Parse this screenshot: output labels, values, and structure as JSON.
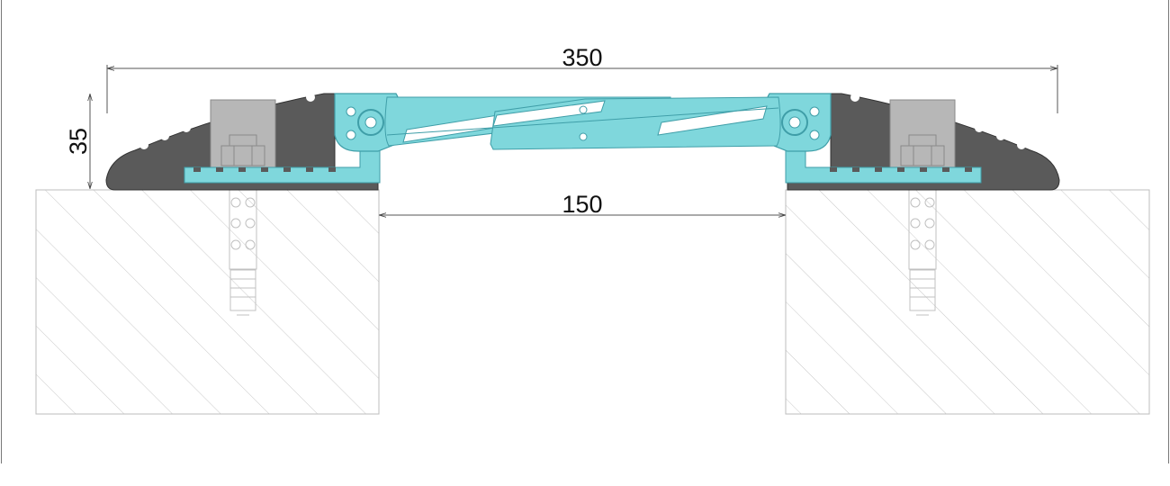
{
  "dimensions": {
    "total_width": "350",
    "gap_width": "150",
    "height": "35"
  },
  "colors": {
    "aluminium": "#7fd7dc",
    "aluminium_dark": "#3f9ea8",
    "rubber": "#5a5a5a",
    "insert": "#b7b7b7",
    "hatch": "#c8c8c8",
    "line": "#333333"
  }
}
